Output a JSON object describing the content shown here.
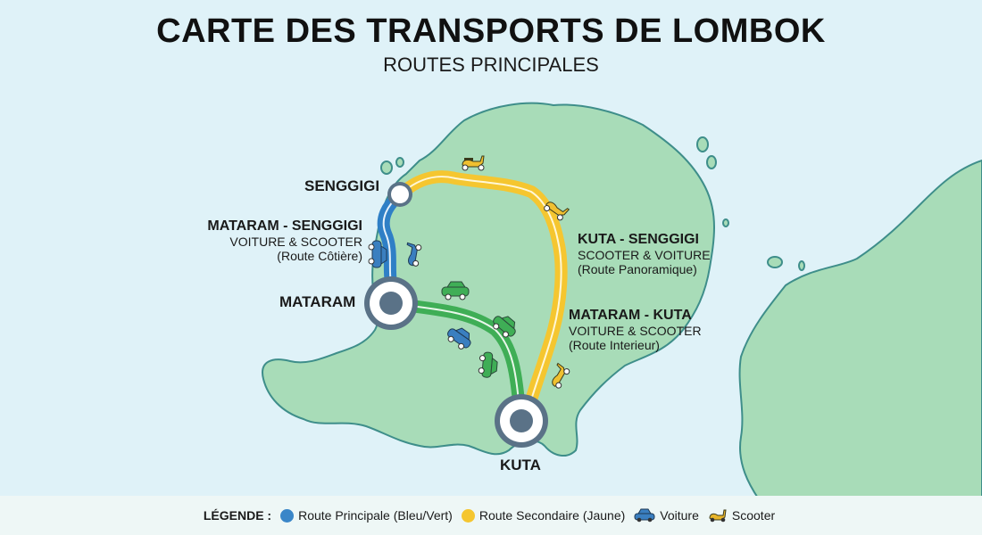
{
  "header": {
    "title": "CARTE DES TRANSPORTS DE LOMBOK",
    "subtitle": "ROUTES PRINCIPALES"
  },
  "cities": {
    "senggigi": "SENGGIGI",
    "mataram": "MATARAM",
    "kuta": "KUTA"
  },
  "routes": [
    {
      "title": "MATARAM - SENGGIGI",
      "modes": "VOITURE & SCOOTER",
      "type": "(Route Côtière)",
      "color": "#2f7fc6"
    },
    {
      "title": "KUTA - SENGGIGI",
      "modes": "SCOOTER & VOITURE",
      "type": "(Route Panoramique)",
      "color": "#f5c630"
    },
    {
      "title": "MATARAM - KUTA",
      "modes": "VOITURE & SCOOTER",
      "type": "(Route Interieur)",
      "color": "#3fae56"
    }
  ],
  "legend": {
    "label": "LÉGENDE :",
    "items": [
      {
        "label": "Route Principale (Bleu/Vert)",
        "icon": "blue-dot",
        "color": "#3a86c8"
      },
      {
        "label": "Route Secondaire (Jaune)",
        "icon": "yellow-dot",
        "color": "#f5c630"
      },
      {
        "label": "Voiture",
        "icon": "car-icon",
        "color": "#3a7fc0"
      },
      {
        "label": "Scooter",
        "icon": "scooter-icon",
        "color": "#e8b52a"
      }
    ]
  },
  "colors": {
    "sea": "#dff2f8",
    "land": "#a8dcb8",
    "coast": "#3e8e8a",
    "node_ring": "#5a7287"
  }
}
